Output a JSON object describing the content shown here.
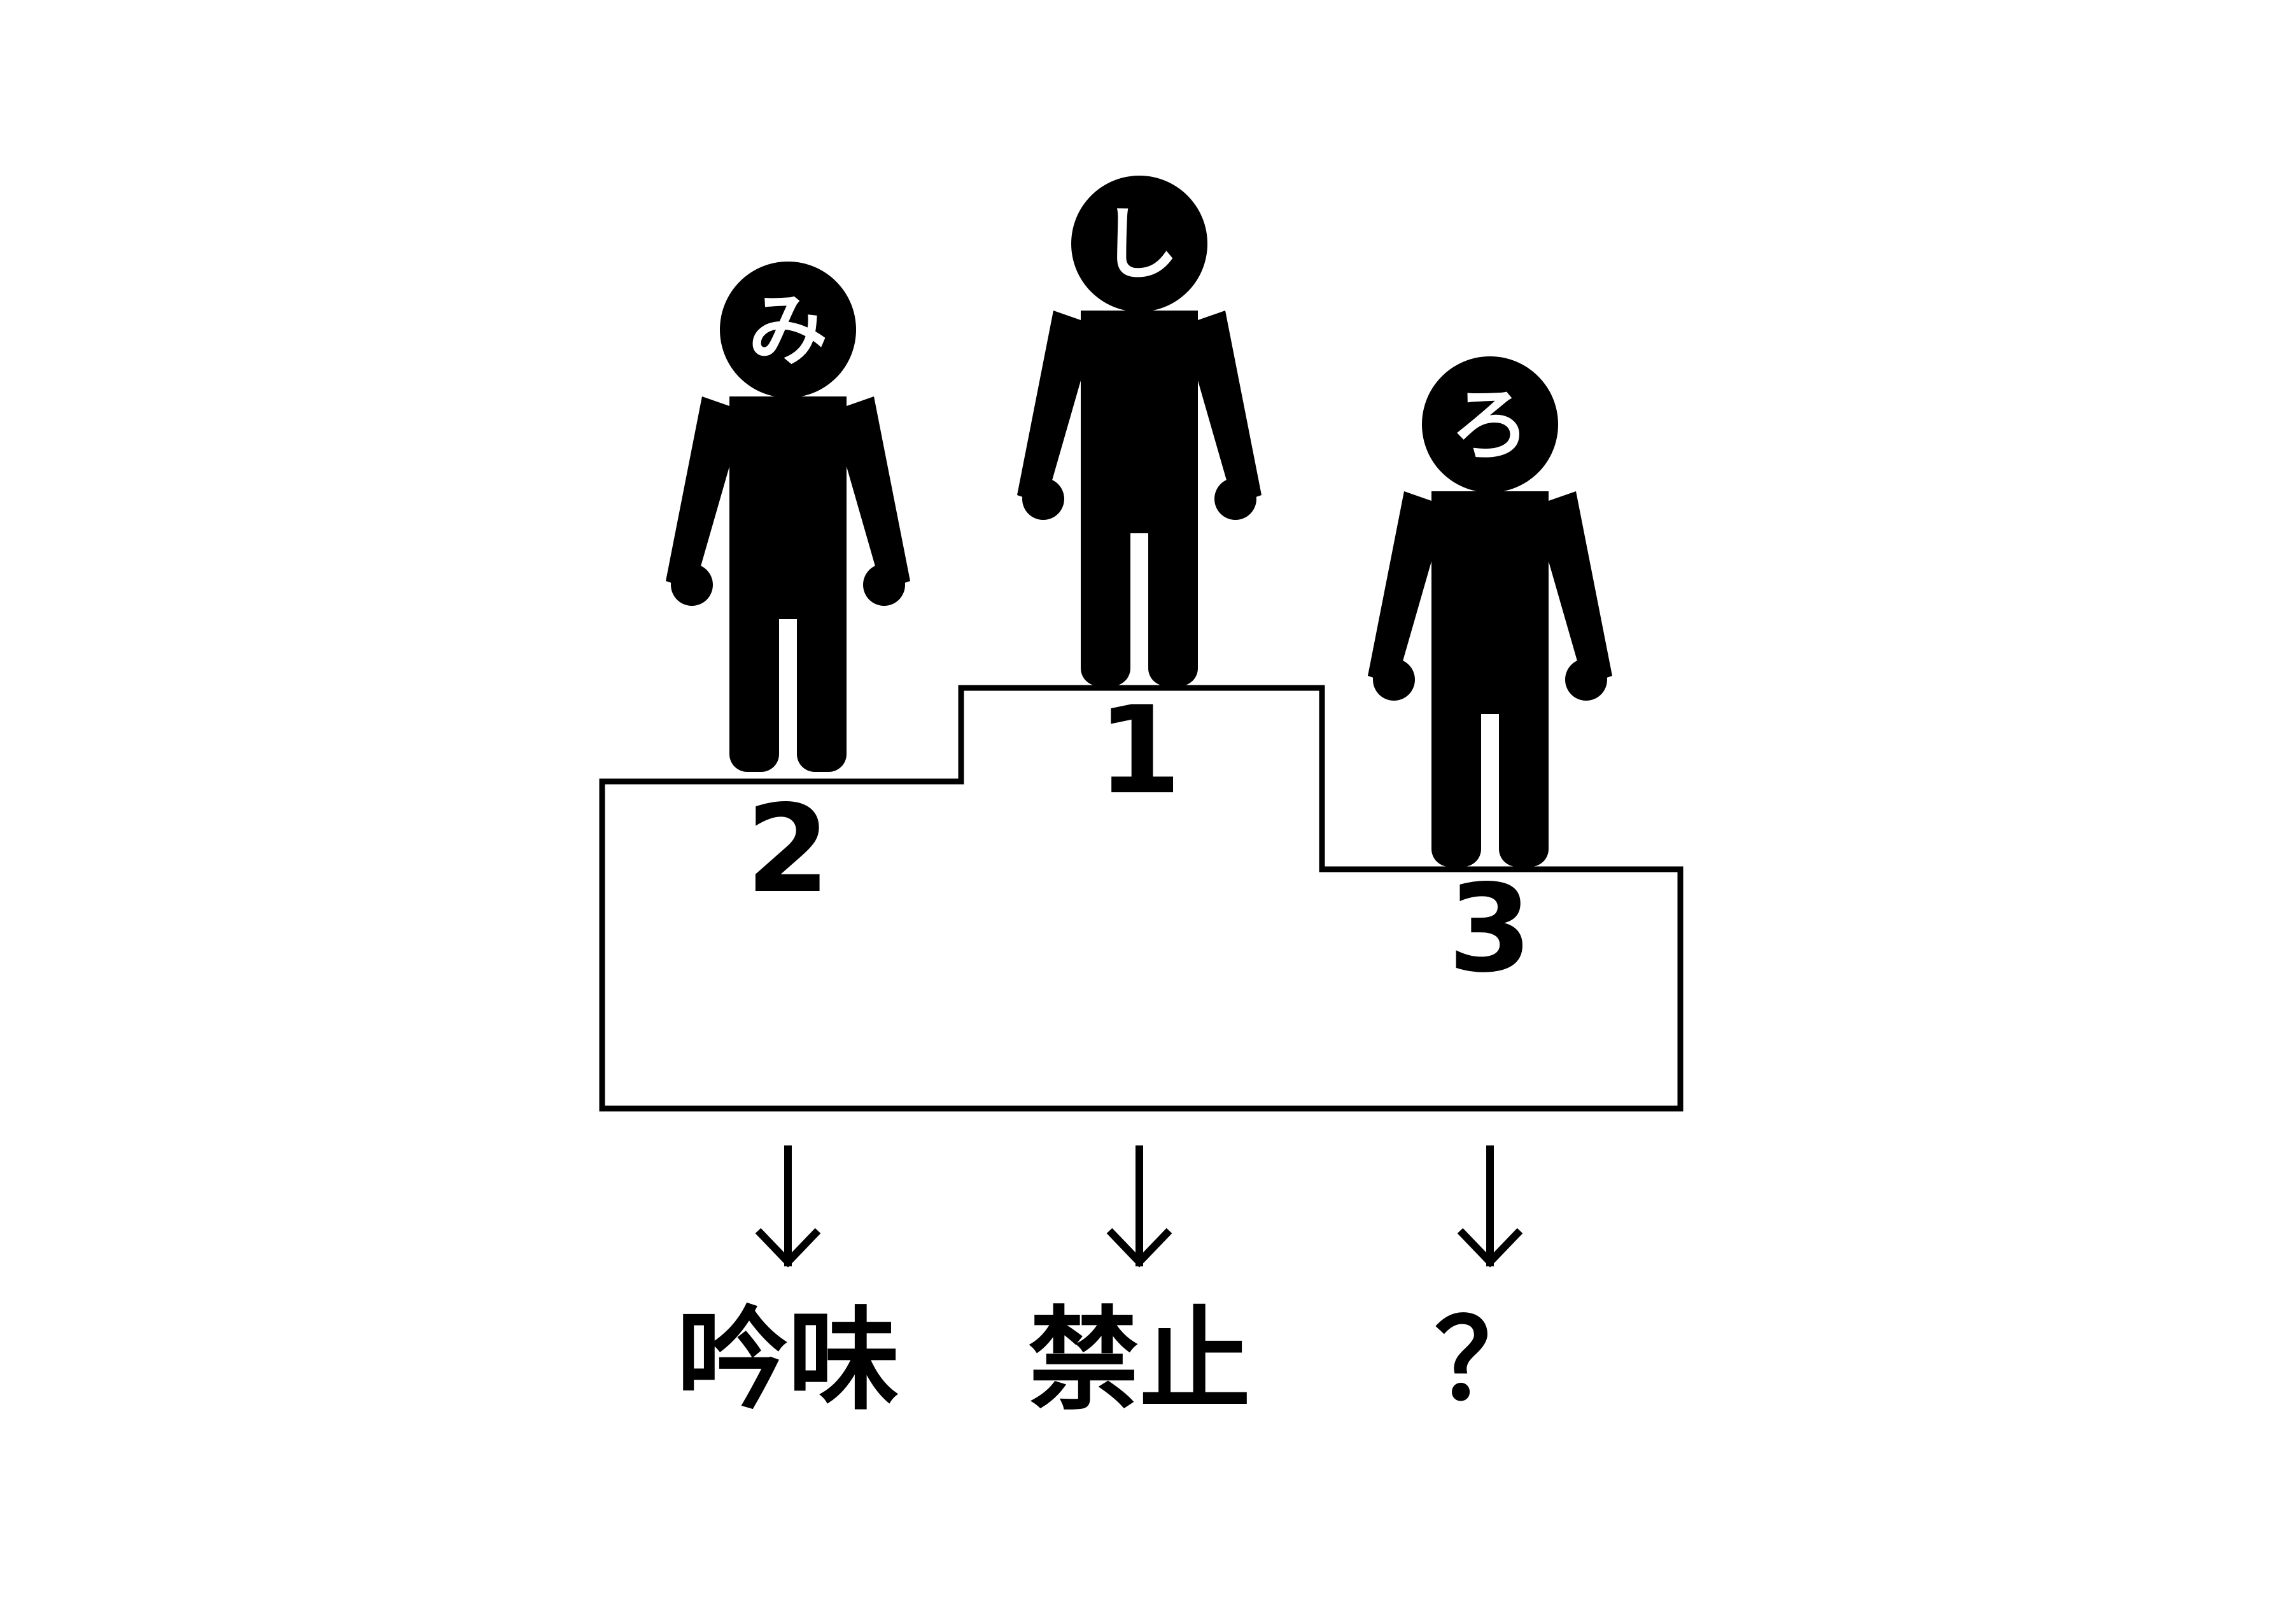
{
  "colors": {
    "ink": "#000000",
    "paper": "#ffffff"
  },
  "figures": [
    {
      "id": "second",
      "rank_label": "2",
      "head_char": "み",
      "answer": "吟味"
    },
    {
      "id": "first",
      "rank_label": "1",
      "head_char": "し",
      "answer": "禁止"
    },
    {
      "id": "third",
      "rank_label": "3",
      "head_char": "ろ",
      "answer": "？"
    }
  ]
}
